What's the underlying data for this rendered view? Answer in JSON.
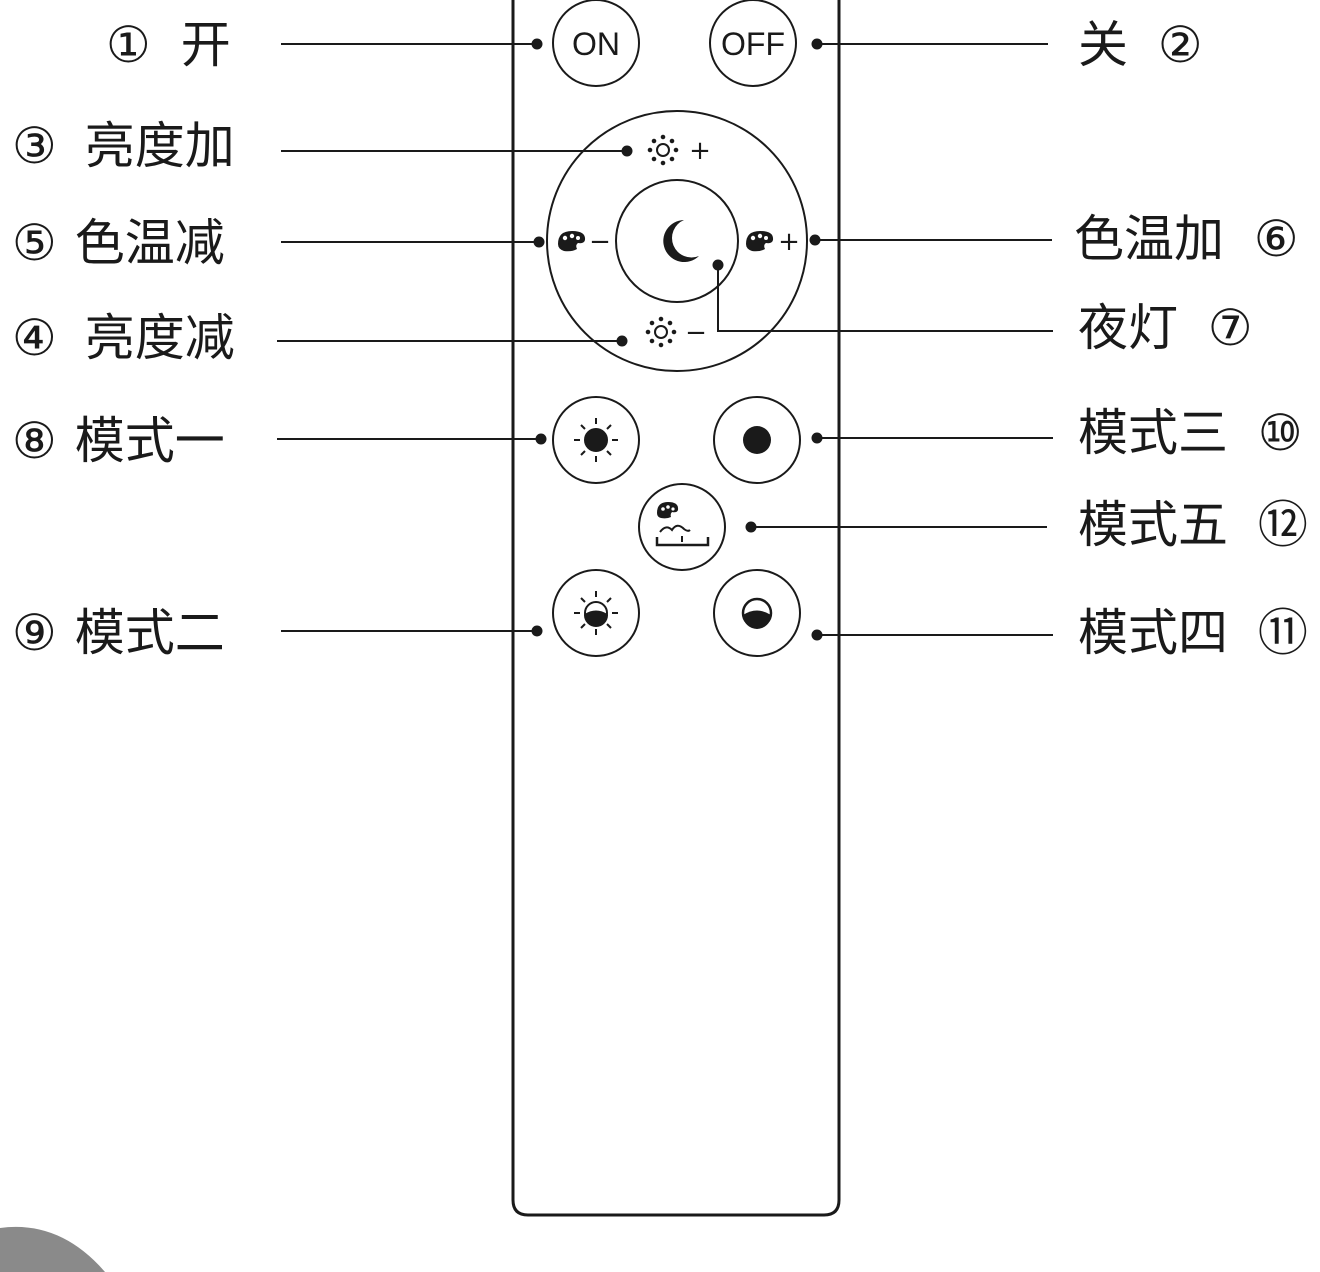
{
  "buttons": {
    "on": "ON",
    "off": "OFF"
  },
  "callouts": [
    {
      "num": "①",
      "text": "开"
    },
    {
      "num": "②",
      "text": "关"
    },
    {
      "num": "③",
      "text": "亮度加"
    },
    {
      "num": "④",
      "text": "亮度减"
    },
    {
      "num": "⑤",
      "text": "色温减"
    },
    {
      "num": "⑥",
      "text": "色温加"
    },
    {
      "num": "⑦",
      "text": "夜灯"
    },
    {
      "num": "⑧",
      "text": "模式一"
    },
    {
      "num": "⑨",
      "text": "模式二"
    },
    {
      "num": "⑩",
      "text": "模式三"
    },
    {
      "num": "⑪",
      "text": "模式四"
    },
    {
      "num": "⑫",
      "text": "模式五"
    }
  ],
  "symbols": {
    "plus": "+",
    "minus": "−"
  }
}
